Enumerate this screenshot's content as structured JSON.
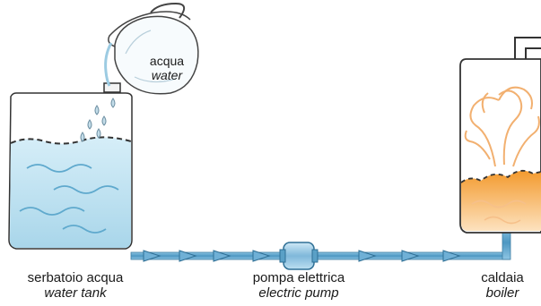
{
  "pitcher": {
    "label_it": "acqua",
    "label_en": "water"
  },
  "tank": {
    "label_it": "serbatoio acqua",
    "label_en": "water tank"
  },
  "pump": {
    "label_it": "pompa elettrica",
    "label_en": "electric pump"
  },
  "boiler": {
    "label_it": "caldaia",
    "label_en": "boiler"
  },
  "colors": {
    "water": "#bfe3f1",
    "water_line": "#6bb6d6",
    "pipe": "#5aa0c6",
    "fire": "#f08a22",
    "steam": "#f6b77a",
    "outline": "#333333"
  }
}
